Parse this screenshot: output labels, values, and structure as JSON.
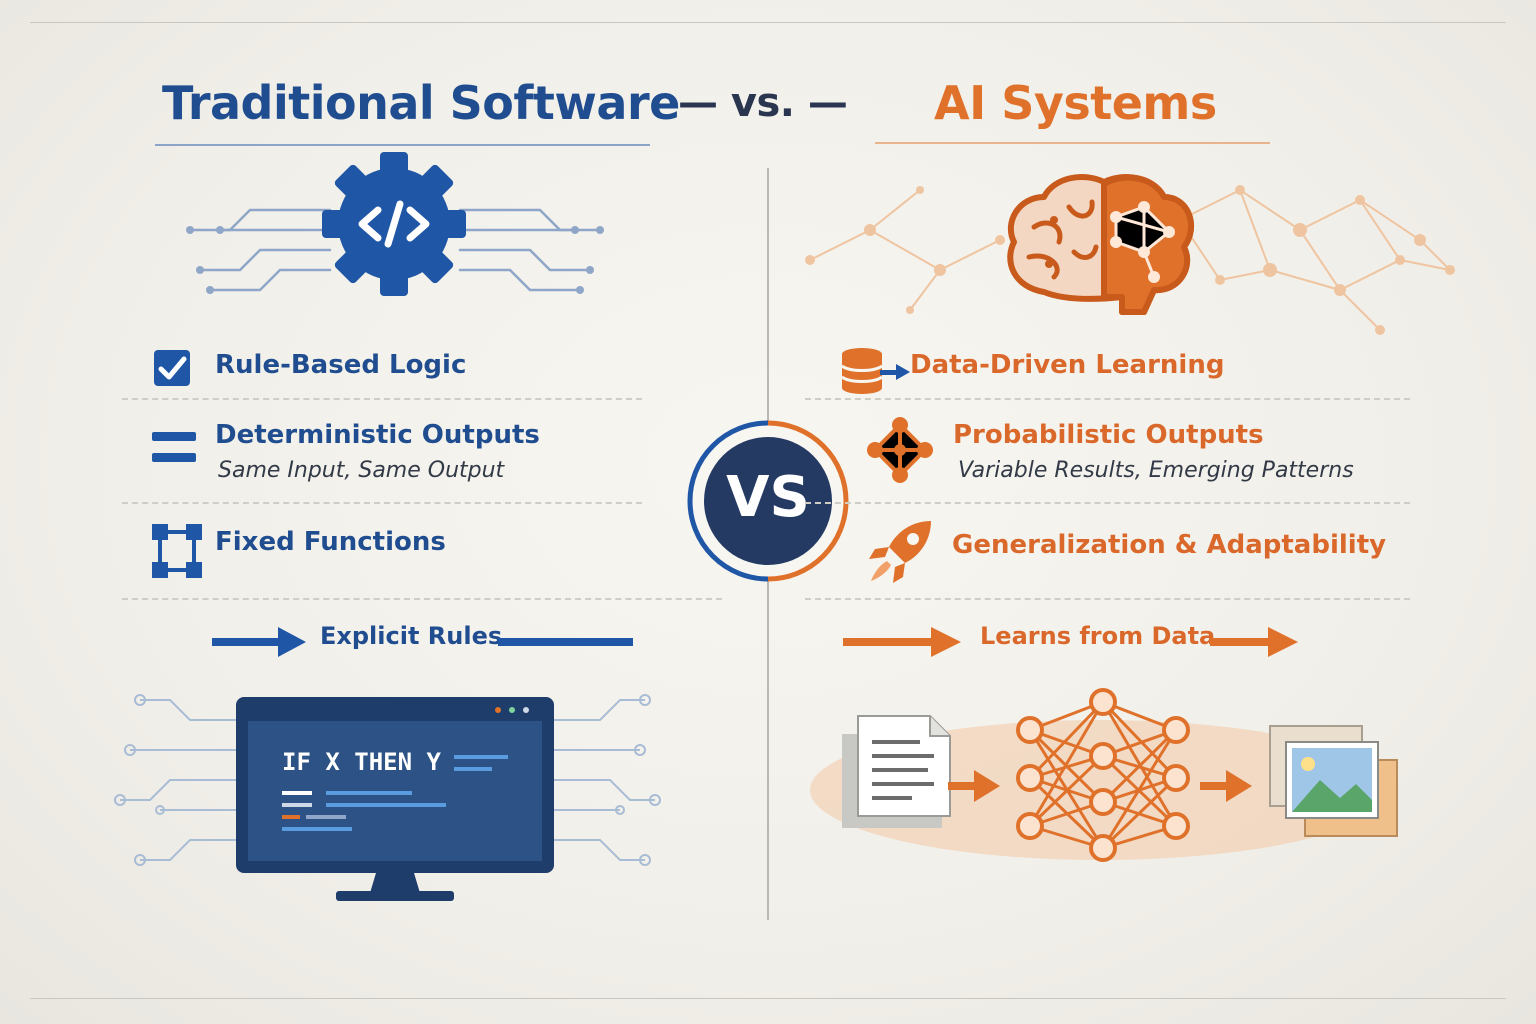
{
  "header": {
    "left_title": "Traditional Software",
    "vs_label": "— vs. —",
    "right_title": "AI Systems"
  },
  "center": {
    "badge": "VS"
  },
  "left": {
    "features": [
      {
        "label": "Rule-Based Logic",
        "icon": "checkbox-icon"
      },
      {
        "label": "Deterministic Outputs",
        "sub": "Same Input, Same Output",
        "icon": "equals-icon"
      },
      {
        "label": "Fixed Functions",
        "icon": "flowchart-icon"
      }
    ],
    "flow_label": "Explicit Rules",
    "monitor_code": "IF X THEN Y"
  },
  "right": {
    "features": [
      {
        "label": "Data-Driven Learning",
        "icon": "database-icon"
      },
      {
        "label": "Probabilistic Outputs",
        "sub": "Variable Results, Emerging Patterns",
        "icon": "network-nodes-icon"
      },
      {
        "label": "Generalization & Adaptability",
        "icon": "rocket-icon"
      }
    ],
    "flow_label": "Learns from Data"
  },
  "colors": {
    "blue": "#1f4d8f",
    "navy": "#24406e",
    "orange": "#e0712a",
    "dark": "#2a3550"
  }
}
